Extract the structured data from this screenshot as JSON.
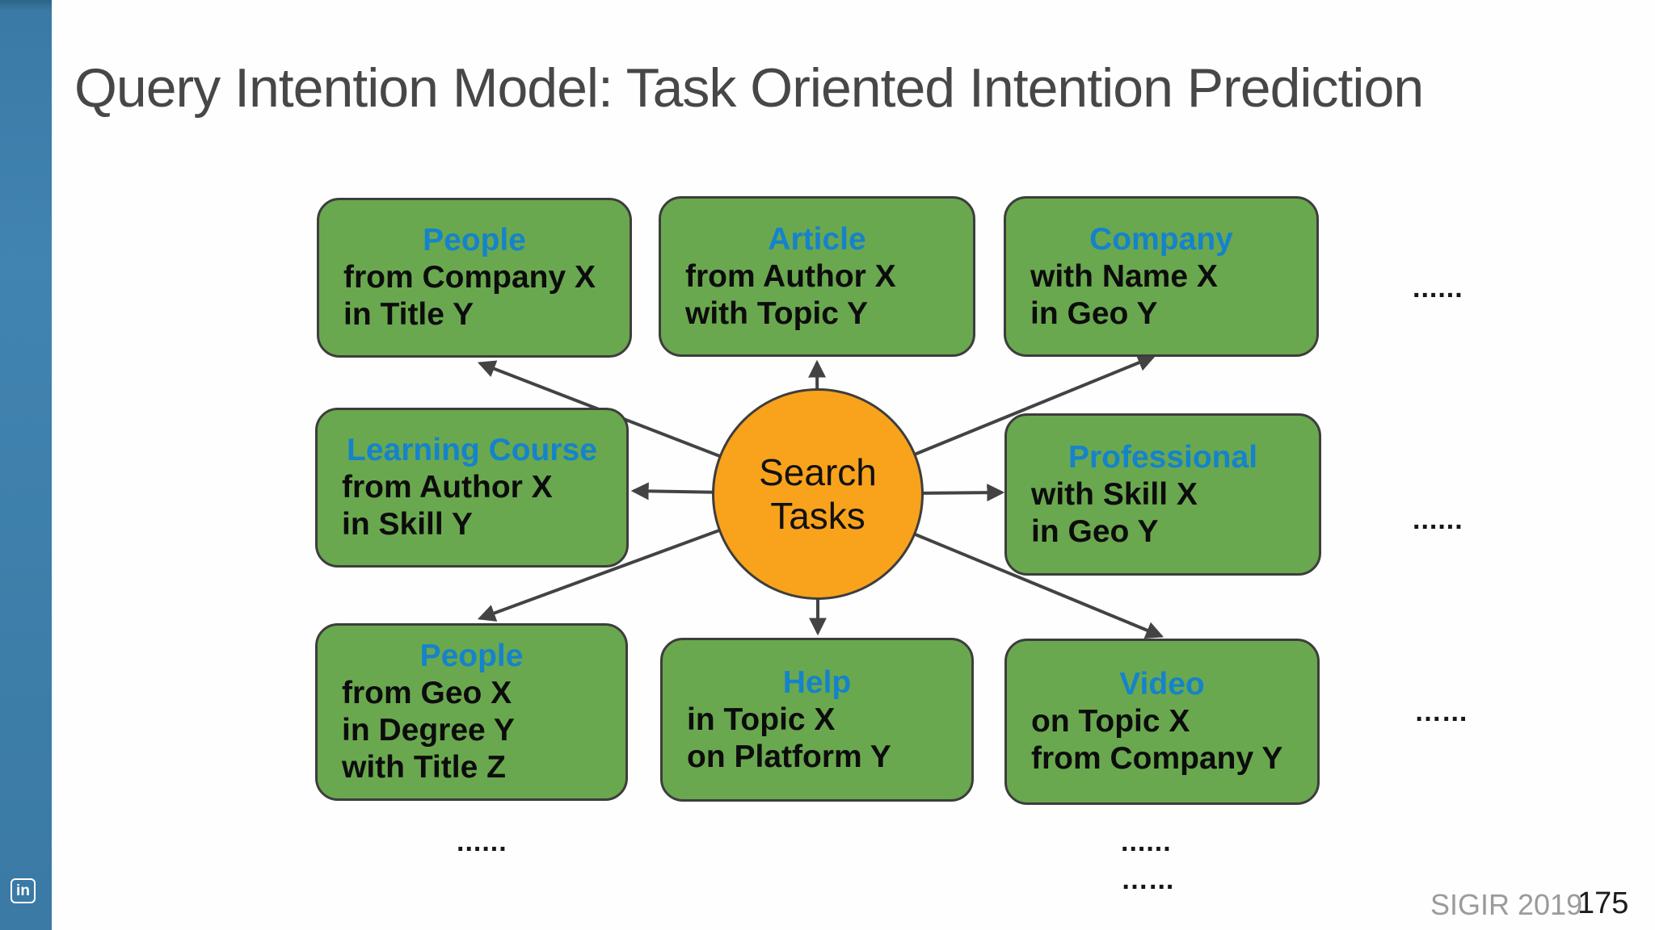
{
  "slide": {
    "title": "Query Intention Model: Task Oriented Intention Prediction",
    "footer": {
      "conference": "SIGIR 2019",
      "page_number": "175"
    },
    "logo_text": "in"
  },
  "diagram": {
    "center_node": {
      "line1": "Search",
      "line2": "Tasks"
    },
    "boxes": [
      {
        "id": "people-top",
        "title": "People",
        "lines": [
          "from Company X",
          "in Title Y"
        ]
      },
      {
        "id": "article",
        "title": "Article",
        "lines": [
          "from Author X",
          "with Topic Y"
        ]
      },
      {
        "id": "company",
        "title": "Company",
        "lines": [
          "with Name X",
          "in Geo Y"
        ]
      },
      {
        "id": "learning-course",
        "title": "Learning Course",
        "lines": [
          "from Author X",
          "in Skill Y"
        ]
      },
      {
        "id": "professional",
        "title": "Professional",
        "lines": [
          "with Skill X",
          "in Geo Y"
        ]
      },
      {
        "id": "people-bottom",
        "title": "People",
        "lines": [
          "from Geo X",
          "in Degree Y",
          "with Title Z"
        ]
      },
      {
        "id": "help",
        "title": "Help",
        "lines": [
          "in Topic X",
          "on Platform Y"
        ]
      },
      {
        "id": "video",
        "title": "Video",
        "lines": [
          "on Topic X",
          "from Company Y"
        ]
      }
    ],
    "ellipses": {
      "right_top": "......",
      "right_middle": "......",
      "right_bottom": "…...",
      "bottom_left": "......",
      "bottom_center_row1": "......",
      "bottom_center_row2": "…..."
    }
  },
  "colors": {
    "box_green": "#6aa84f",
    "box_border": "#3d3d3d",
    "box_title_blue": "#1583cb",
    "circle_orange": "#f9a21c",
    "arrow_gray": "#434343",
    "sidebar_blue": "#3e80ae",
    "title_gray": "#474747",
    "footer_gray": "#9b9b9b"
  }
}
